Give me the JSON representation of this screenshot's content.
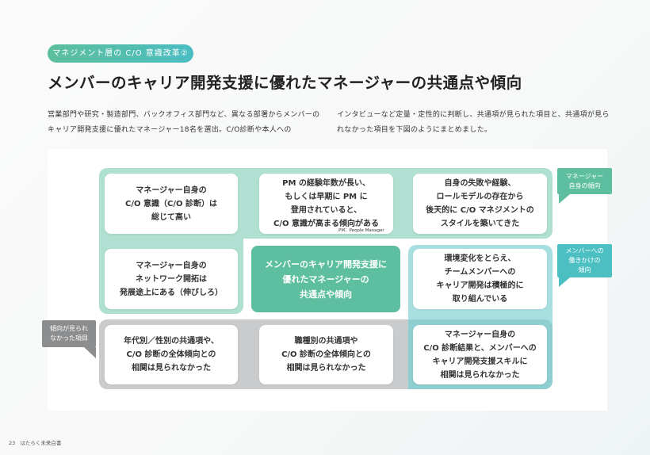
{
  "header": {
    "tag": "マネジメント層の C/O 意識改革②",
    "title": "メンバーのキャリア開発支援に優れたマネージャーの共通点や傾向"
  },
  "intro": {
    "left": "営業部門や研究・製造部門、バックオフィス部門など、異なる部署からメンバーのキャリア開発支援に優れたマネージャー18名を選出。C/O診断や本人への",
    "right": "インタビューなど定量・定性的に判断し、共通項が見られた項目と、共通項が見られなかった項目を下図のようにまとめました。"
  },
  "diagram": {
    "center": "メンバーのキャリア開発支援に\n優れたマネージャーの\n共通点や傾向",
    "row1": [
      "マネージャー自身の\nC/O 意識（C/O 診断）は\n総じて高い",
      "PM の経験年数が長い、\nもしくは早期に PM に\n登用されていると、\nC/O 意識が高まる傾向がある",
      "自身の失敗や経験、\nロールモデルの存在から\n後天的に C/O マネジメントの\nスタイルを築いてきた"
    ],
    "pm_note": "PM：People Manager",
    "row2_left": "マネージャー自身の\nネットワーク開拓は\n発展途上にある（伸びしろ）",
    "row2_right": "環境変化をとらえ、\nチームメンバーへの\nキャリア開発は積極的に\n取り組んでいる",
    "row3": [
      "年代別／性別の共通項や、\nC/O 診断の全体傾向との\n相関は見られなかった",
      "職種別の共通項や\nC/O 診断の全体傾向との\n相関は見られなかった",
      "マネージャー自身の\nC/O 診断結果と、メンバーへの\nキャリア開発支援スキルに\n相関は見られなかった"
    ],
    "callouts": {
      "self": "マネージャー\n自身の傾向",
      "members": "メンバーへの\n働きかけの\n傾向",
      "none": "傾向が見られ\nなかった項目"
    }
  },
  "colors": {
    "green": "#5dbf9f",
    "green_light": "#b0e0d1",
    "teal": "#4cbfc3",
    "teal_light": "#a8dfe0",
    "gray": "#cacbcd",
    "gray_dark": "#8c8d8f"
  },
  "footer": {
    "page": "23",
    "publication": "はたらく未来白書"
  }
}
